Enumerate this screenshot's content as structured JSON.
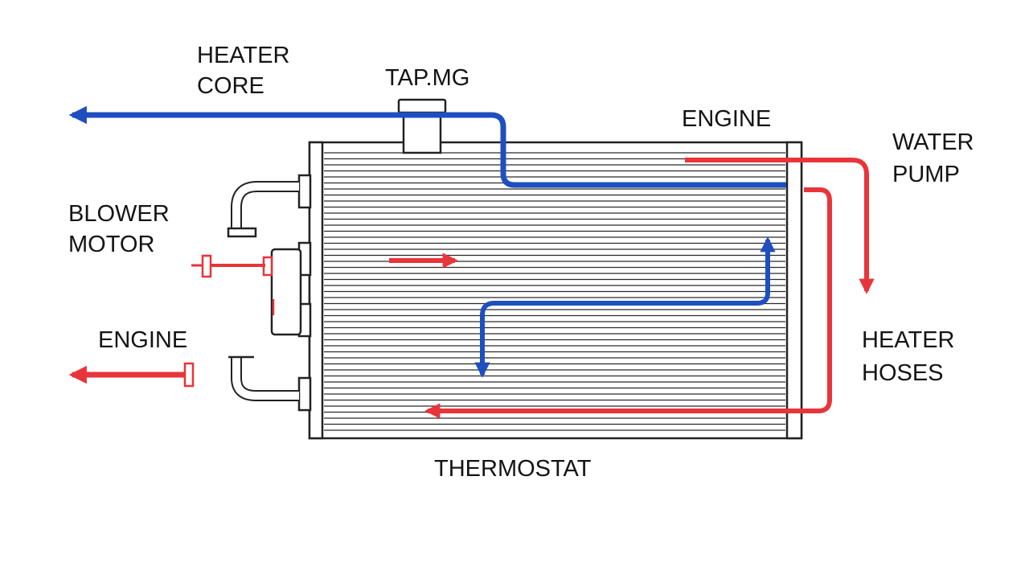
{
  "labels": {
    "heater_core": [
      "HEATER",
      "CORE"
    ],
    "tapmg": "TAP.MG",
    "engine_top": "ENGINE",
    "water_pump": [
      "WATER",
      "PUMP"
    ],
    "blower_motor": [
      "BLOWER",
      "MOTOR"
    ],
    "engine_left": "ENGINE",
    "heater_hoses": [
      "HEATER",
      "HOSES"
    ],
    "thermostat": "THERMOSTAT"
  },
  "colors": {
    "hot_flow": "#e8343a",
    "cold_flow": "#1f4fbf",
    "outline": "#222222"
  },
  "icons": {
    "flow_arrow_head": "triangle-arrowhead",
    "cooling_fins": "horizontal-line-fins"
  }
}
